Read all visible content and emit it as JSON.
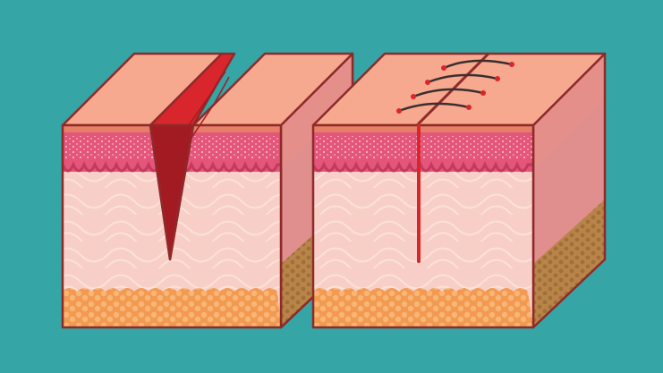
{
  "scene": {
    "subject": "skin-layers-illustration",
    "blocks": [
      {
        "name": "open-wound-skin-block",
        "state": "open-wound"
      },
      {
        "name": "sutured-skin-block",
        "state": "sutured",
        "stitch_count": 4
      }
    ],
    "layers": [
      "epidermis",
      "dermis",
      "subcutaneous-fat"
    ]
  },
  "colors": {
    "background": "#35A5A5",
    "outline": "#8F2A2A",
    "skin_top": "#F6A98F",
    "skin_top_edge": "#E57F68",
    "epidermis": "#E4557A",
    "epidermis_dark": "#C23A5E",
    "epidermis_dots": "#F7B3C4",
    "dermis": "#F7CFC6",
    "dermis_fibers": "#FBE1DA",
    "fat": "#F29A52",
    "fat_cells": "#F8B574",
    "side_skin": "#E58F8A",
    "side_dermis": "#E08E8E",
    "side_fat": "#B88448",
    "wound": "#D9262C",
    "wound_dark": "#A31B22",
    "suture": "#3A2E2E"
  }
}
